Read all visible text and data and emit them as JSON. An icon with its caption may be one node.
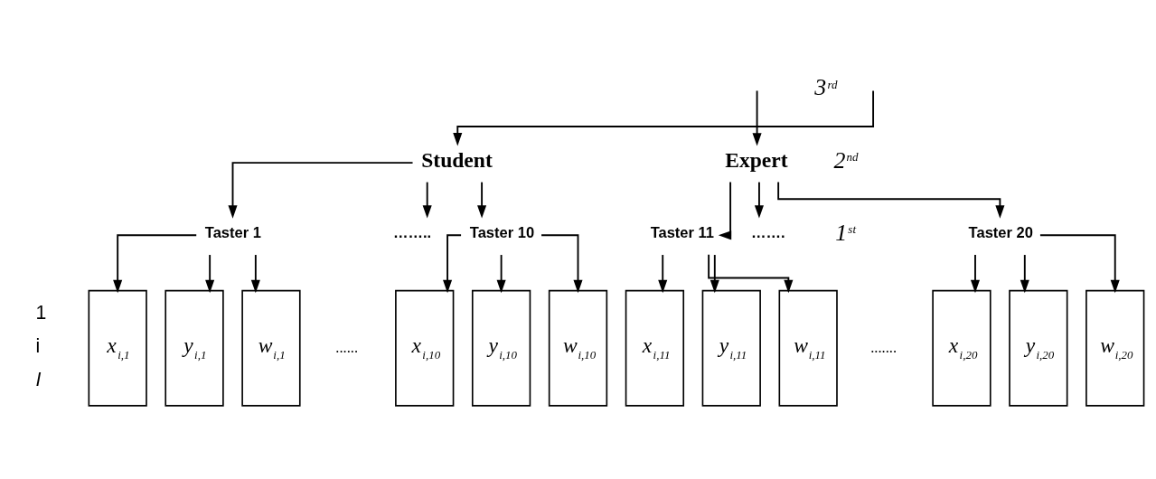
{
  "diagram": {
    "nodes": [
      {
        "text": [
          "Student"
        ]
      },
      {
        "text": [
          "Expert"
        ]
      },
      {
        "text": [
          "Taster 1"
        ]
      },
      {
        "text": [
          "…….."
        ]
      },
      {
        "text": [
          "Taster 10"
        ]
      },
      {
        "text": [
          "Taster 11"
        ]
      },
      {
        "text": [
          "……."
        ]
      },
      {
        "text": [
          "Taster 20"
        ]
      },
      {
        "text": [
          "x$_{i,1}$"
        ]
      },
      {
        "text": [
          "y$_{i,1}$"
        ]
      },
      {
        "text": [
          "w$_{i,1}$"
        ]
      },
      {
        "text": [
          "x$_{i,10}$"
        ]
      },
      {
        "text": [
          "y$_{i,10}$"
        ]
      },
      {
        "text": [
          "w$_{i,10}$"
        ]
      },
      {
        "text": [
          "x$_{i,11}$"
        ]
      },
      {
        "text": [
          "y$_{i,11}$"
        ]
      },
      {
        "text": [
          "w$_{i,11}$"
        ]
      },
      {
        "text": [
          "x$_{i,20}$"
        ]
      },
      {
        "text": [
          "y$_{i,20}$"
        ]
      },
      {
        "text": [
          "w$_{i,20}$"
        ]
      }
    ],
    "edges": [
      {
        "from": null,
        "to": 0,
        "arrow": "to"
      },
      {
        "from": null,
        "to": 1,
        "arrow": "to"
      },
      {
        "from": 0,
        "to": 2,
        "arrow": "to"
      },
      {
        "from": 0,
        "to": 3,
        "arrow": "to"
      },
      {
        "from": 0,
        "to": 4,
        "arrow": "to"
      },
      {
        "from": 1,
        "to": 5,
        "arrow": "to"
      },
      {
        "from": 1,
        "to": 6,
        "arrow": "to"
      },
      {
        "from": 1,
        "to": 7,
        "arrow": "to"
      },
      {
        "from": 2,
        "to": 8,
        "arrow": "to"
      },
      {
        "from": 2,
        "to": 9,
        "arrow": "to"
      },
      {
        "from": 2,
        "to": 10,
        "arrow": "to"
      },
      {
        "from": 4,
        "to": 11,
        "arrow": "to"
      },
      {
        "from": 4,
        "to": 12,
        "arrow": "to"
      },
      {
        "from": 4,
        "to": 13,
        "arrow": "to"
      },
      {
        "from": 5,
        "to": 14,
        "arrow": "to"
      },
      {
        "from": 5,
        "to": 15,
        "arrow": "to"
      },
      {
        "from": 5,
        "to": 16,
        "arrow": "to"
      },
      {
        "from": 7,
        "to": 17,
        "arrow": "to"
      },
      {
        "from": 7,
        "to": 18,
        "arrow": "to"
      },
      {
        "from": 7,
        "to": 19,
        "arrow": "to"
      }
    ],
    "labels": [
      "3$^{rd}$",
      "2$^{nd}$",
      "1$^{st}$",
      "1",
      "i",
      "I",
      "......",
      "......."
    ]
  }
}
